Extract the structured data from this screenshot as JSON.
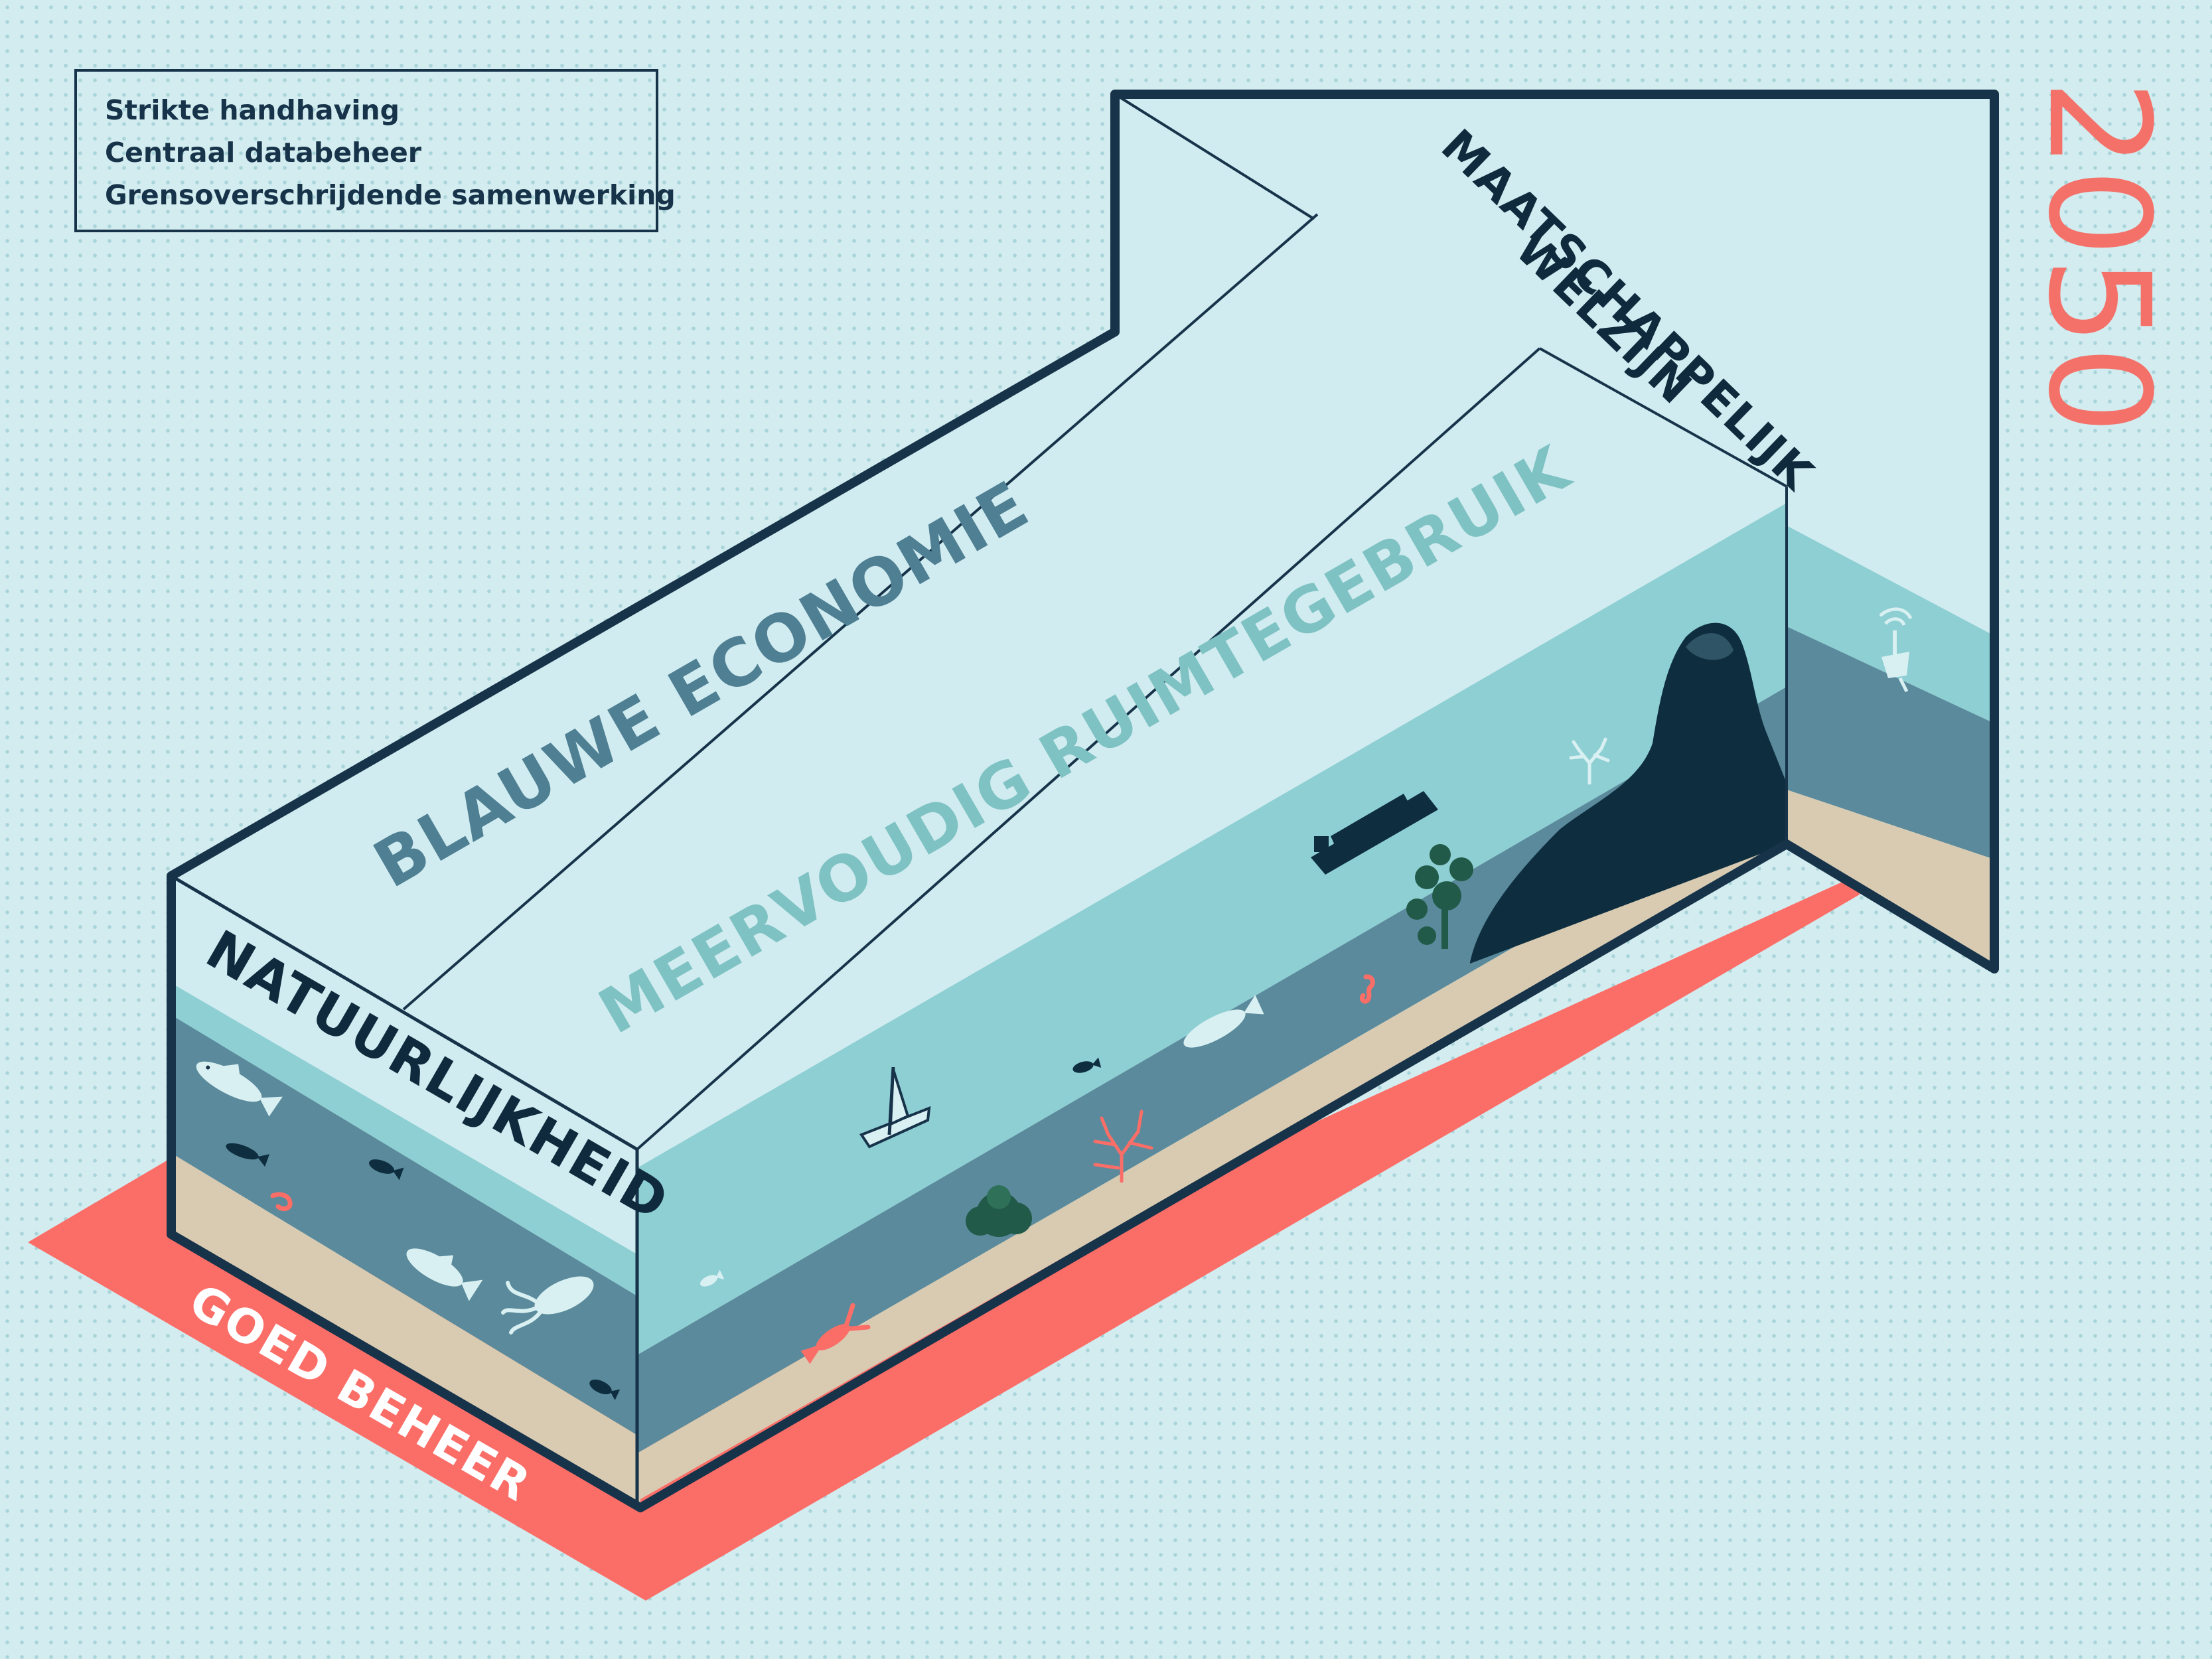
{
  "legend": {
    "items": [
      "Strikte handhaving",
      "Centraal databeheer",
      "Grensoverschrijdende samenwerking"
    ]
  },
  "year": "2050",
  "labels": {
    "natuurlijkheid": "NATUURLIJKHEID",
    "blauwe_economie": "BLAUWE ECONOMIE",
    "meervoudig_ruimtegebruik": "MEERVOUDIG RUIMTEGEBRUIK",
    "maatschappelijk_line1": "MAATSCHAPPELIJK",
    "maatschappelijk_line2": "WELZIJN",
    "goed_beheer": "GOED BEHEER"
  },
  "colors": {
    "background": "#d3ecef",
    "outline": "#17334a",
    "top_face": "#d0ecf0",
    "water_light": "#8ecfd3",
    "water_deep": "#5a8a9b",
    "sand": "#d8cbb2",
    "base_red": "#fb6e68",
    "year_red": "#f47169",
    "rock": "#0e2e3f",
    "label_dark": "#0f2a3d",
    "label_mid": "#4f7f93",
    "label_light": "#7fc2c3"
  },
  "icons": [
    "salmon-icon",
    "fish-icon",
    "shrimp-icon",
    "tuna-icon",
    "squid-icon",
    "lobster-icon",
    "sailboat-icon",
    "container-ship-icon",
    "coral-icon",
    "seaweed-icon",
    "seahorse-icon",
    "buoy-icon",
    "rock-reef-icon"
  ]
}
